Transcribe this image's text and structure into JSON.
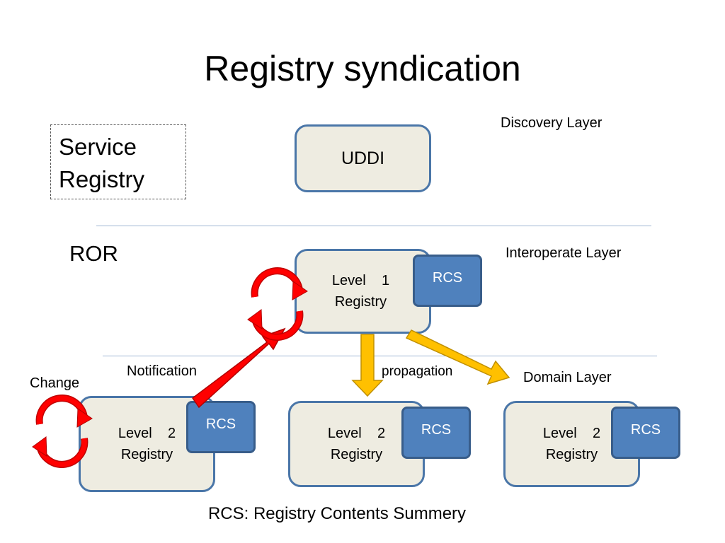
{
  "title": "Registry syndication",
  "service_registry": [
    "Service",
    "Registry"
  ],
  "layers": {
    "discovery": "Discovery  Layer",
    "interoperate": "Interoperate Layer",
    "domain": "Domain  Layer"
  },
  "ror": "ROR",
  "uddi": "UDDI",
  "level1": {
    "line1": "Level    1",
    "line2": "Registry",
    "rcs": "RCS"
  },
  "level2": [
    {
      "line1": "Level    2",
      "line2": "Registry",
      "rcs": "RCS"
    },
    {
      "line1": "Level    2",
      "line2": "Registry",
      "rcs": "RCS"
    },
    {
      "line1": "Level    2",
      "line2": "Registry",
      "rcs": "RCS"
    }
  ],
  "labels": {
    "notification": "Notification",
    "propagation": "propagation",
    "change": "Change"
  },
  "footer": "RCS: Registry Contents Summery",
  "colors": {
    "box_fill": "#eeece1",
    "box_border": "#4a76a8",
    "rcs_fill": "#4f81bd",
    "arrow_red": "#ff0000",
    "arrow_yellow": "#ffc000"
  }
}
